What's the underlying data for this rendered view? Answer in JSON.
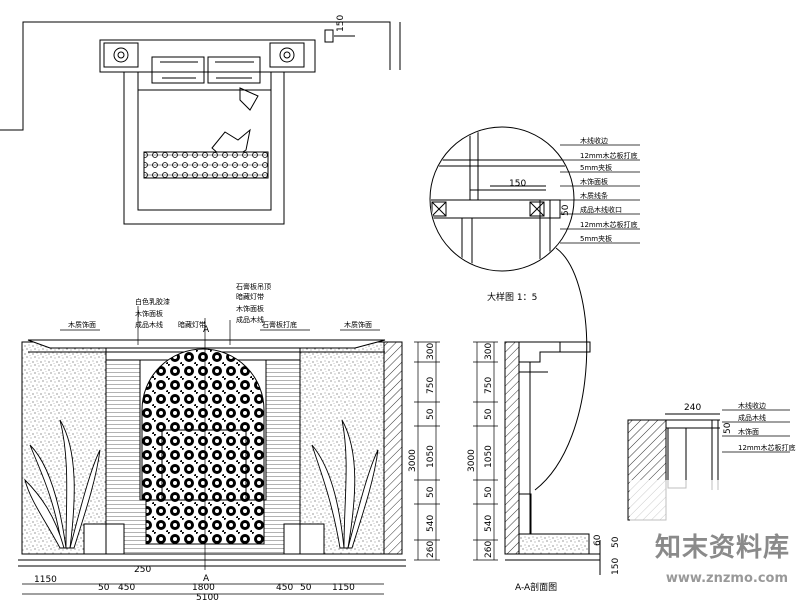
{
  "drawing": {
    "plan_dims": {
      "top": "150"
    },
    "detail": {
      "title": "大样图 1：5",
      "dim_150": "150",
      "dim_50": "50",
      "labels": [
        "木线收边",
        "12mm木芯板打底",
        "5mm夹板",
        "木饰面板",
        "木质线条",
        "成品木线收口",
        "12mm木芯板打底",
        "5mm夹板"
      ]
    },
    "elevation": {
      "top_labels": [
        "白色乳胶漆",
        "木饰面板",
        "成品木线",
        "石膏板吊顶",
        "暗藏灯带",
        "木饰面板",
        "成品木线",
        "石膏板打底",
        "暗藏灯带",
        "木质饰面",
        "木质饰面"
      ],
      "right_dims": [
        "300",
        "750",
        "50",
        "1050",
        "50",
        "540",
        "260"
      ],
      "right_total": "3000",
      "bottom_dims": [
        "1150",
        "50",
        "450",
        "1800",
        "450",
        "50",
        "1150"
      ],
      "bottom_total": "5100",
      "small_dim": "250",
      "marker": "A"
    },
    "section": {
      "title": "A-A剖面图",
      "left_dims": [
        "300",
        "750",
        "50",
        "1050",
        "50",
        "540",
        "260"
      ],
      "left_total": "3000",
      "bottom_dims": [
        "60",
        "50",
        "150"
      ]
    },
    "detail2": {
      "dim_240": "240",
      "dim_50": "50",
      "labels": [
        "木线收边",
        "成品木线",
        "木饰面",
        "12mm木芯板打底"
      ]
    }
  },
  "watermark": {
    "brand": "知末资料库",
    "url": "www.znzmo.com"
  }
}
